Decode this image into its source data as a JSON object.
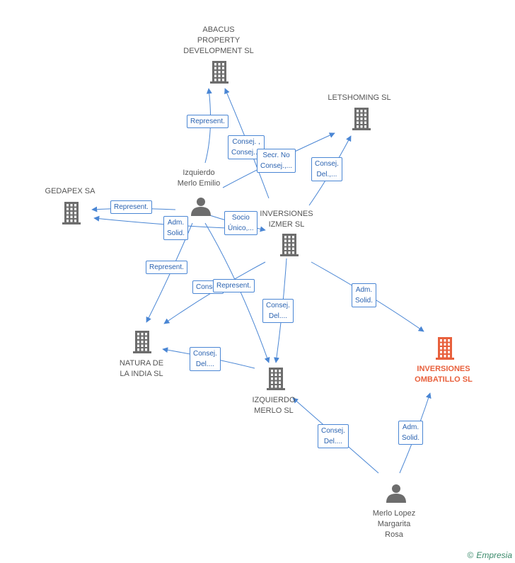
{
  "nodes": {
    "abacus": {
      "label": "ABACUS\nPROPERTY\nDEVELOPMENT SL",
      "type": "company"
    },
    "letshoming": {
      "label": "LETSHOMING  SL",
      "type": "company"
    },
    "gedapex": {
      "label": "GEDAPEX SA",
      "type": "company"
    },
    "izquierdo_emilio": {
      "label": "Izquierdo\nMerlo Emilio",
      "type": "person"
    },
    "inversiones_izmer": {
      "label": "INVERSIONES\nIZMER SL",
      "type": "company"
    },
    "natura": {
      "label": "NATURA DE\nLA INDIA SL",
      "type": "company"
    },
    "izquierdo_merlo_sl": {
      "label": "IZQUIERDO\nMERLO SL",
      "type": "company"
    },
    "ombatillo": {
      "label": "INVERSIONES\nOMBATILLO SL",
      "type": "company",
      "highlight": true
    },
    "merlo_lopez": {
      "label": "Merlo Lopez\nMargarita\nRosa",
      "type": "person"
    }
  },
  "edges": [
    {
      "label": "Represent."
    },
    {
      "label": "Consej. ,\nConsej...."
    },
    {
      "label": "Secr.  No\nConsej.,..."
    },
    {
      "label": "Consej.\nDel.,..."
    },
    {
      "label": "Represent."
    },
    {
      "label": "Adm.\nSolid."
    },
    {
      "label": "Socio\nÚnico,..."
    },
    {
      "label": "Represent."
    },
    {
      "label": "Consej."
    },
    {
      "label": "Represent."
    },
    {
      "label": "Consej.\nDel...."
    },
    {
      "label": "Adm.\nSolid."
    },
    {
      "label": "Consej.\nDel...."
    },
    {
      "label": "Consej.\nDel...."
    },
    {
      "label": "Adm.\nSolid."
    }
  ],
  "colors": {
    "edge": "#4a86d4",
    "node": "#6d6d6d",
    "highlight": "#e8603c"
  },
  "footer": {
    "copyright": "©",
    "brand": "Empresia"
  }
}
